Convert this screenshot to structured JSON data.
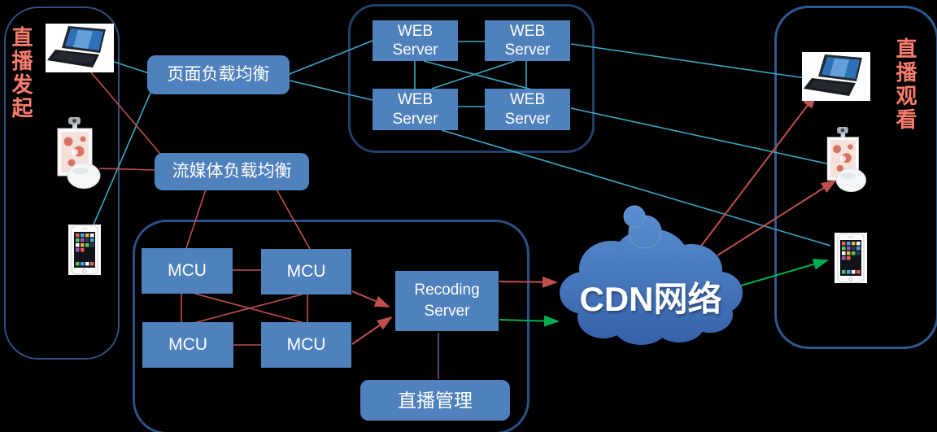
{
  "panels": {
    "source": {
      "label": "直播发起",
      "devices": [
        "laptop-icon",
        "camera-terminal-icon",
        "smartphone-icon"
      ]
    },
    "viewer": {
      "label": "直播观看",
      "devices": [
        "laptop-icon",
        "camera-terminal-icon",
        "smartphone-icon"
      ]
    }
  },
  "nodes": {
    "page_load_balancer": "页面负载均衡",
    "stream_load_balancer": "流媒体负载均衡",
    "web_servers": [
      {
        "line1": "WEB",
        "line2": "Server"
      },
      {
        "line1": "WEB",
        "line2": "Server"
      },
      {
        "line1": "WEB",
        "line2": "Server"
      },
      {
        "line1": "WEB",
        "line2": "Server"
      }
    ],
    "mcus": [
      "MCU",
      "MCU",
      "MCU",
      "MCU"
    ],
    "recoding_server": {
      "line1": "Recoding",
      "line2": "Server"
    },
    "live_management": "直播管理",
    "cdn": "CDN网络"
  },
  "colors": {
    "node_fill": "#4f81bd",
    "cluster_border": "#2c5184",
    "web_link": "#3aa8c6",
    "media_link": "#c0504d",
    "publish_link": "#00b050",
    "management_link": "#8064a2",
    "panel_label": "#f87d6c",
    "cloud_top": "#5d92d4",
    "cloud_bottom": "#335fa7"
  },
  "connections": [
    {
      "from": "source-laptop",
      "to": "页面负载均衡",
      "color": "#3aa8c6"
    },
    {
      "from": "source-smartphone",
      "to": "页面负载均衡",
      "color": "#3aa8c6"
    },
    {
      "from": "source-laptop",
      "to": "流媒体负载均衡",
      "color": "#c0504d"
    },
    {
      "from": "source-camera-terminal",
      "to": "流媒体负载均衡",
      "color": "#c0504d"
    },
    {
      "from": "页面负载均衡",
      "to": "WEB Server cluster",
      "color": "#3aa8c6"
    },
    {
      "from": "WEB Server cluster",
      "to": "WEB Server cluster",
      "note": "full mesh",
      "color": "#3aa8c6"
    },
    {
      "from": "WEB Server cluster",
      "to": "viewer-laptop",
      "color": "#3aa8c6"
    },
    {
      "from": "WEB Server cluster",
      "to": "viewer-camera-terminal",
      "color": "#3aa8c6"
    },
    {
      "from": "WEB Server cluster",
      "to": "viewer-smartphone",
      "color": "#3aa8c6"
    },
    {
      "from": "流媒体负载均衡",
      "to": "MCU cluster",
      "color": "#c0504d"
    },
    {
      "from": "MCU cluster",
      "to": "MCU cluster",
      "note": "full mesh",
      "color": "#c0504d"
    },
    {
      "from": "MCU cluster",
      "to": "Recoding Server",
      "color": "#c0504d",
      "arrow": true
    },
    {
      "from": "Recoding Server",
      "to": "CDN网络",
      "color": "#c0504d",
      "arrow": true
    },
    {
      "from": "Recoding Server",
      "to": "CDN网络",
      "color": "#00b050",
      "arrow": true
    },
    {
      "from": "Recoding Server",
      "to": "直播管理",
      "color": "#8064a2"
    },
    {
      "from": "CDN网络",
      "to": "viewer-laptop",
      "color": "#c0504d",
      "arrow": true
    },
    {
      "from": "CDN网络",
      "to": "viewer-camera-terminal",
      "color": "#c0504d",
      "arrow": true
    },
    {
      "from": "CDN网络",
      "to": "viewer-smartphone",
      "color": "#00b050",
      "arrow": true
    }
  ]
}
